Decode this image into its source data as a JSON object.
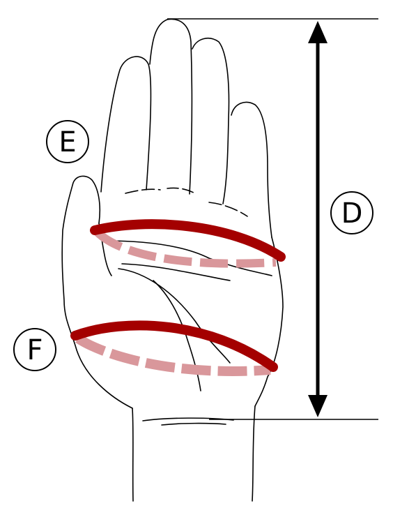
{
  "labels": {
    "d": "D",
    "e": "E",
    "f": "F"
  },
  "colors": {
    "band": "#a40000",
    "band_back": "#d9979b",
    "outline": "#000000",
    "background": "#ffffff"
  },
  "icons": {
    "hand": "hand-outline-icon",
    "arrow": "double-headed-arrow-icon"
  }
}
